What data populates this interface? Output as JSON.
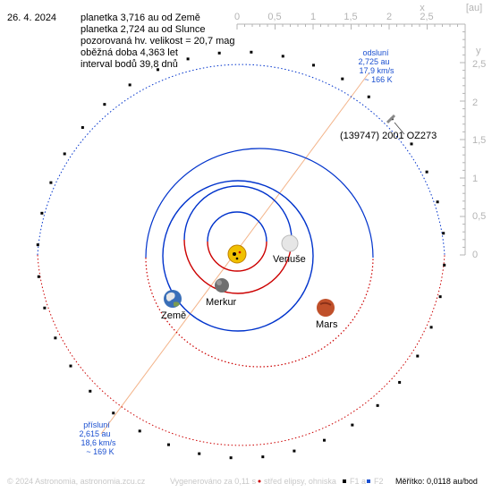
{
  "header": {
    "date": "26. 4. 2024",
    "info": [
      "planetka 3,716 au od Země",
      "planetka 2,724 au od Slunce",
      "pozorovaná hv. velikost = 20,7 mag",
      "oběžná doba 4,363 let",
      "interval bodů 39,8 dnů"
    ]
  },
  "x_scale": {
    "labels": [
      "0",
      "0,5",
      "1",
      "1,5",
      "2",
      "2,5"
    ],
    "axis_letter": "x",
    "unit": "[au]"
  },
  "y_scale": {
    "labels": [
      "2,5",
      "2",
      "1,5",
      "1",
      "0,5",
      "0"
    ],
    "axis_letter": "y"
  },
  "aphelion": {
    "title": "odsluní",
    "distance": "2,725 au",
    "speed": "17,9 km/s",
    "temperature": "~ 166 K"
  },
  "perihelion": {
    "title": "přísluní",
    "distance": "2,615 au",
    "speed": "18,6 km/s",
    "temperature": "~ 169 K"
  },
  "asteroid": {
    "name": "(139747) 2001 OZ273"
  },
  "planets": {
    "earth": "Země",
    "mercury": "Merkur",
    "venus": "Venuše",
    "mars": "Mars"
  },
  "footer": {
    "copyright": "© 2024 Astronomia, astronomia.zcu.cz",
    "generated": "Vygenerováno za 0,11 s",
    "legend_center": "střed elipsy, ohniska",
    "legend_f1": "F1 a",
    "legend_f2": "F2",
    "scale": "Měřítko: 0,0118 au/bod"
  },
  "colors": {
    "orbit_above": "#0033cc",
    "orbit_below": "#cc0000",
    "apsis_line": "#f3b48a",
    "label_blue": "#1a4fd0",
    "scale_gray": "#b4b4b4",
    "footer_gray": "#c8c8c8"
  }
}
